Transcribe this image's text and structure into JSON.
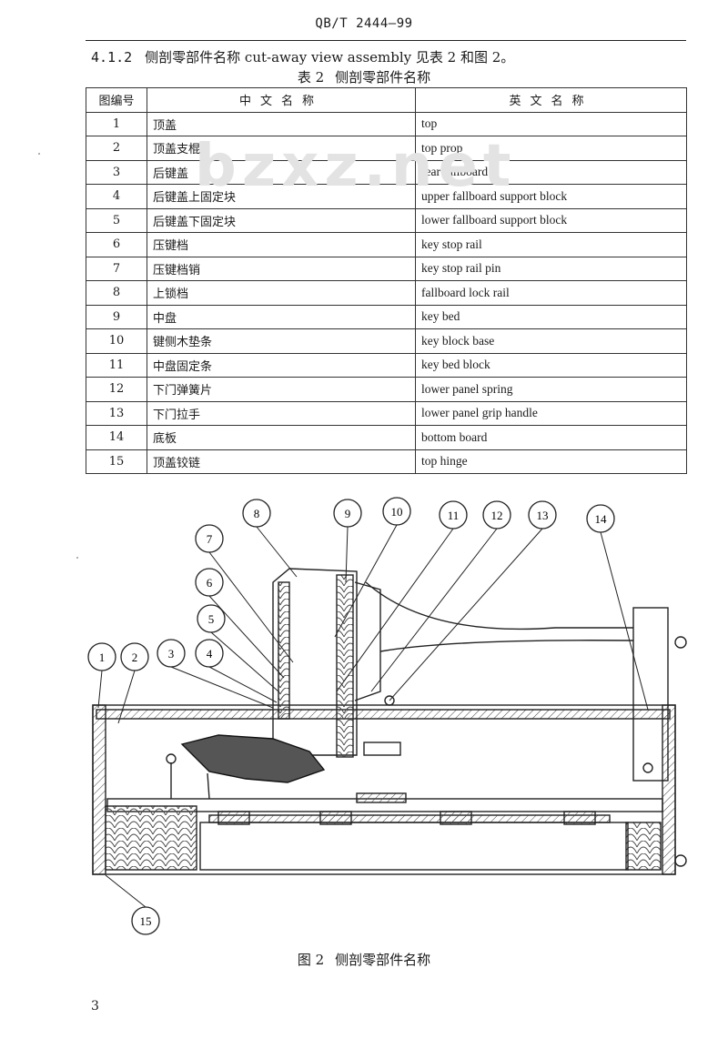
{
  "header": {
    "standard_code": "QB/T 2444—99"
  },
  "clause": {
    "number": "4.1.2",
    "text": "侧剖零部件名称 cut-away view assembly 见表 2 和图 2。"
  },
  "table": {
    "caption_number": "表 2",
    "caption_title": "侧剖零部件名称",
    "headers": {
      "number": "图编号",
      "chinese": "中文名称",
      "english": "英文名称"
    },
    "rows": [
      {
        "no": "1",
        "zh": "顶盖",
        "en": "top"
      },
      {
        "no": "2",
        "zh": "顶盖支棍",
        "en": "top prop"
      },
      {
        "no": "3",
        "zh": "后键盖",
        "en": "rear fallboard"
      },
      {
        "no": "4",
        "zh": "后键盖上固定块",
        "en": "upper fallboard support block"
      },
      {
        "no": "5",
        "zh": "后键盖下固定块",
        "en": "lower fallboard support block"
      },
      {
        "no": "6",
        "zh": "压键档",
        "en": "key stop rail"
      },
      {
        "no": "7",
        "zh": "压键档销",
        "en": "key stop rail pin"
      },
      {
        "no": "8",
        "zh": "上锁档",
        "en": "fallboard lock rail"
      },
      {
        "no": "9",
        "zh": "中盘",
        "en": "key bed"
      },
      {
        "no": "10",
        "zh": "键侧木垫条",
        "en": "key block base"
      },
      {
        "no": "11",
        "zh": "中盘固定条",
        "en": "key bed block"
      },
      {
        "no": "12",
        "zh": "下门弹簧片",
        "en": "lower panel spring"
      },
      {
        "no": "13",
        "zh": "下门拉手",
        "en": "lower panel grip handle"
      },
      {
        "no": "14",
        "zh": "底板",
        "en": "bottom board"
      },
      {
        "no": "15",
        "zh": "顶盖铰链",
        "en": "top hinge"
      }
    ]
  },
  "watermark": "bzxz.net",
  "figure": {
    "callouts": [
      "1",
      "2",
      "3",
      "4",
      "5",
      "6",
      "7",
      "8",
      "9",
      "10",
      "11",
      "12",
      "13",
      "14",
      "15"
    ],
    "caption_number": "图 2",
    "caption_title": "侧剖零部件名称"
  },
  "page_number": "3"
}
